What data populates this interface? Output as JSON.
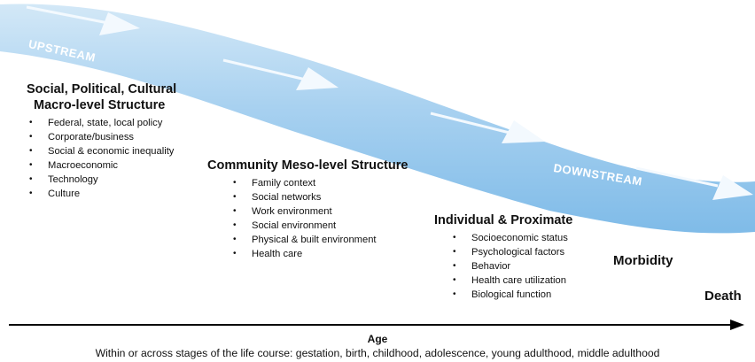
{
  "river": {
    "upstream_label": "UPSTREAM",
    "downstream_label": "DOWNSTREAM"
  },
  "macro": {
    "title_line1": "Social, Political, Cultural",
    "title_line2": "Macro-level Structure",
    "items": [
      "Federal, state, local policy",
      "Corporate/business",
      "Social & economic inequality",
      "Macroeconomic",
      "Technology",
      "Culture"
    ]
  },
  "meso": {
    "title": "Community Meso-level Structure",
    "items": [
      "Family context",
      "Social networks",
      "Work environment",
      "Social environment",
      "Physical & built environment",
      "Health care"
    ]
  },
  "individual": {
    "title": "Individual & Proximate",
    "items": [
      "Socioeconomic status",
      "Psychological factors",
      "Behavior",
      "Health care utilization",
      "Biological function"
    ]
  },
  "outcomes": {
    "morbidity": "Morbidity",
    "death": "Death"
  },
  "axis": {
    "label": "Age",
    "caption": "Within or across stages of the life course: gestation, birth, childhood, adolescence, young adulthood, middle adulthood"
  },
  "colors": {
    "river_light": "#d6eaf8",
    "river_mid": "#a9d2f0",
    "river_dark": "#7fbbe8",
    "arrow": "#f3f9fe",
    "text": "#111111"
  }
}
